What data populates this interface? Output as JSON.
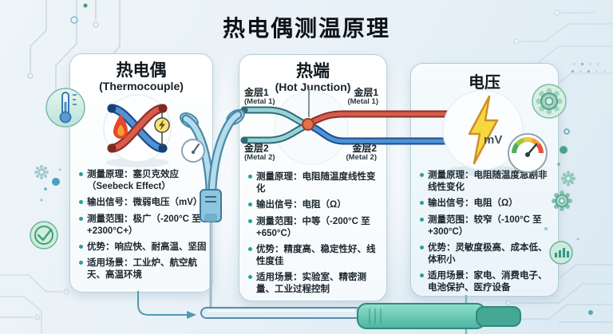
{
  "title": "热电偶测温原理",
  "cards": [
    {
      "title": "热电偶",
      "subtitle": "(Thermocouple)",
      "bullets": [
        "测量原理：塞贝克效应（Seebeck Effect）",
        "输出信号：微弱电压（mV）",
        "测量范围：极广（-200°C 至 +2300°C+）",
        "优势：响应快、耐高温、坚固",
        "适用场景：工业炉、航空航天、高温环境"
      ]
    },
    {
      "title": "热端",
      "subtitle": "(Hot Junction)",
      "bullets": [
        "测量原理：电阻随温度线性变化",
        "输出信号：电阻（Ω）",
        "测量范围：中等（-200°C 至 +650°C）",
        "优势：精度高、稳定性好、线性度佳",
        "适用场景：实验室、精密测量、工业过程控制"
      ]
    },
    {
      "title": "电压",
      "bullets": [
        "测量原理：电阻随温度急剧非线性变化",
        "输出信号：电阻（Ω）",
        "测量范围：较窄（-100°C 至 +300°C）",
        "优势：灵敏度极高、成本低、体积小",
        "适用场景：家电、消费电子、电池保护、医疗设备"
      ]
    }
  ],
  "junction": {
    "left_top": {
      "cn": "金层1",
      "en": "(Metal 1)"
    },
    "left_bottom": {
      "cn": "金层2",
      "en": "(Metal 2)"
    },
    "right_top": {
      "cn": "金层1",
      "en": "(Metal 1)"
    },
    "right_bottom": {
      "cn": "金层2",
      "en": "(Metal 2)"
    }
  },
  "voltage_unit": "mV",
  "colors": {
    "accent_teal": "#2e9ba3",
    "wire_red": "#d85b4b",
    "wire_blue": "#4e93d6",
    "wire_teal": "#96d2d8",
    "lightning_yellow": "#f7d83f",
    "background": "#e9f2f7"
  },
  "icons": {
    "thermometer-icon": "🌡",
    "check-icon": "✓",
    "speedometer-icon": "⏱",
    "gear-icon": "⚙",
    "bar-chart-icon": "📊",
    "flame-icon": "🔥",
    "lightning-icon": "⚡",
    "gauge-icon": "🌡"
  }
}
